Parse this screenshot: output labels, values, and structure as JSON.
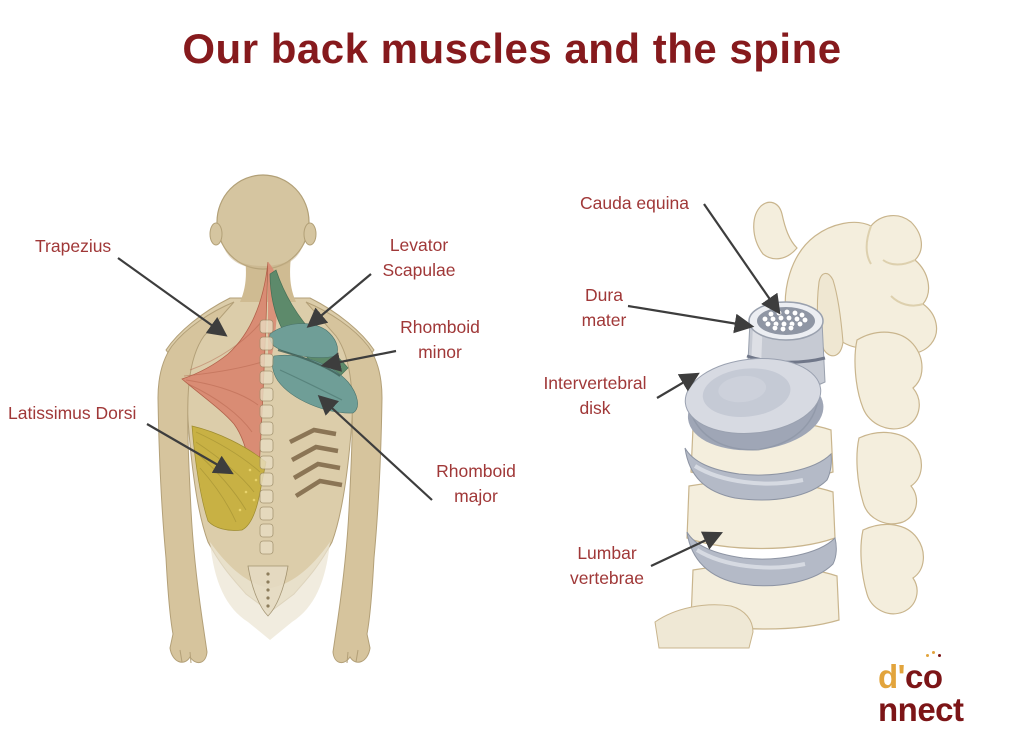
{
  "title": "Our back muscles and the spine",
  "figures": {
    "back_muscles": {
      "labels": [
        {
          "id": "trapezius",
          "text": "Trapezius"
        },
        {
          "id": "levator-scapulae",
          "text": "Levator Scapulae"
        },
        {
          "id": "rhomboid-minor",
          "text": "Rhomboid minor"
        },
        {
          "id": "latissimus-dorsi",
          "text": "Latissimus Dorsi"
        },
        {
          "id": "rhomboid-major",
          "text": "Rhomboid major"
        }
      ]
    },
    "spine": {
      "labels": [
        {
          "id": "cauda-equina",
          "text": "Cauda equina"
        },
        {
          "id": "dura-mater",
          "text": "Dura mater"
        },
        {
          "id": "intervertebral-disk",
          "text": "Intervertebral disk"
        },
        {
          "id": "lumbar-vertebrae",
          "text": "Lumbar vertebrae"
        }
      ]
    }
  },
  "logo": {
    "part_d": "d'",
    "part_c": "c",
    "part_o": "o",
    "part_rest": "nnect"
  },
  "colors": {
    "title_red": "#861a1d",
    "label_red": "#a03838",
    "arrow_gray": "#3d3d3d",
    "trapezius_pink": "#d98c74",
    "levator_green": "#5d8a6b",
    "rhomboid_teal": "#6f9e97",
    "latissimus_yellow": "#c8b144",
    "skin_tan": "#d8c7a1",
    "bone_cream": "#f4eedd",
    "disk_gray": "#b7bdc9",
    "logo_gold": "#e2a43c",
    "logo_maroon": "#7c1517"
  }
}
